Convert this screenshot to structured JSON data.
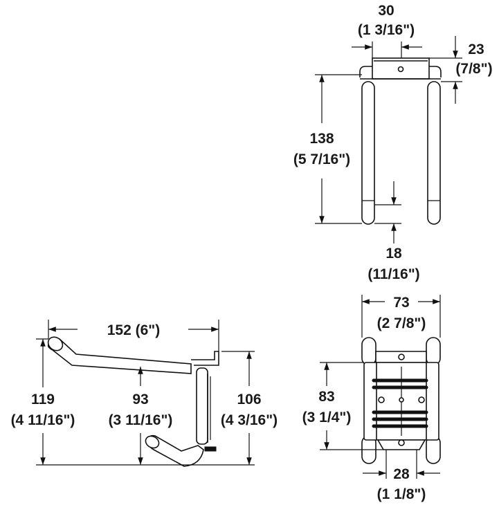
{
  "dimensions": {
    "top_width": {
      "mm": "30",
      "inch": "(1 3/16\")"
    },
    "top_offset": {
      "mm": "23",
      "inch": "(7/8\")"
    },
    "side_height": {
      "mm": "138",
      "inch": "(5 7/16\")"
    },
    "tube_dia": {
      "mm": "18",
      "inch": "(11/16\")"
    },
    "length": {
      "text": "152 (6\")"
    },
    "total_height": {
      "mm": "119",
      "inch": "(4 11/16\")"
    },
    "mid_height": {
      "mm": "93",
      "inch": "(3 11/16\")"
    },
    "back_height": {
      "mm": "106",
      "inch": "(4 3/16\")"
    },
    "front_width": {
      "mm": "73",
      "inch": "(2 7/8\")"
    },
    "plate_height": {
      "mm": "83",
      "inch": "(3 1/4\")"
    },
    "plate_width": {
      "mm": "28",
      "inch": "(1 1/8\")"
    }
  }
}
